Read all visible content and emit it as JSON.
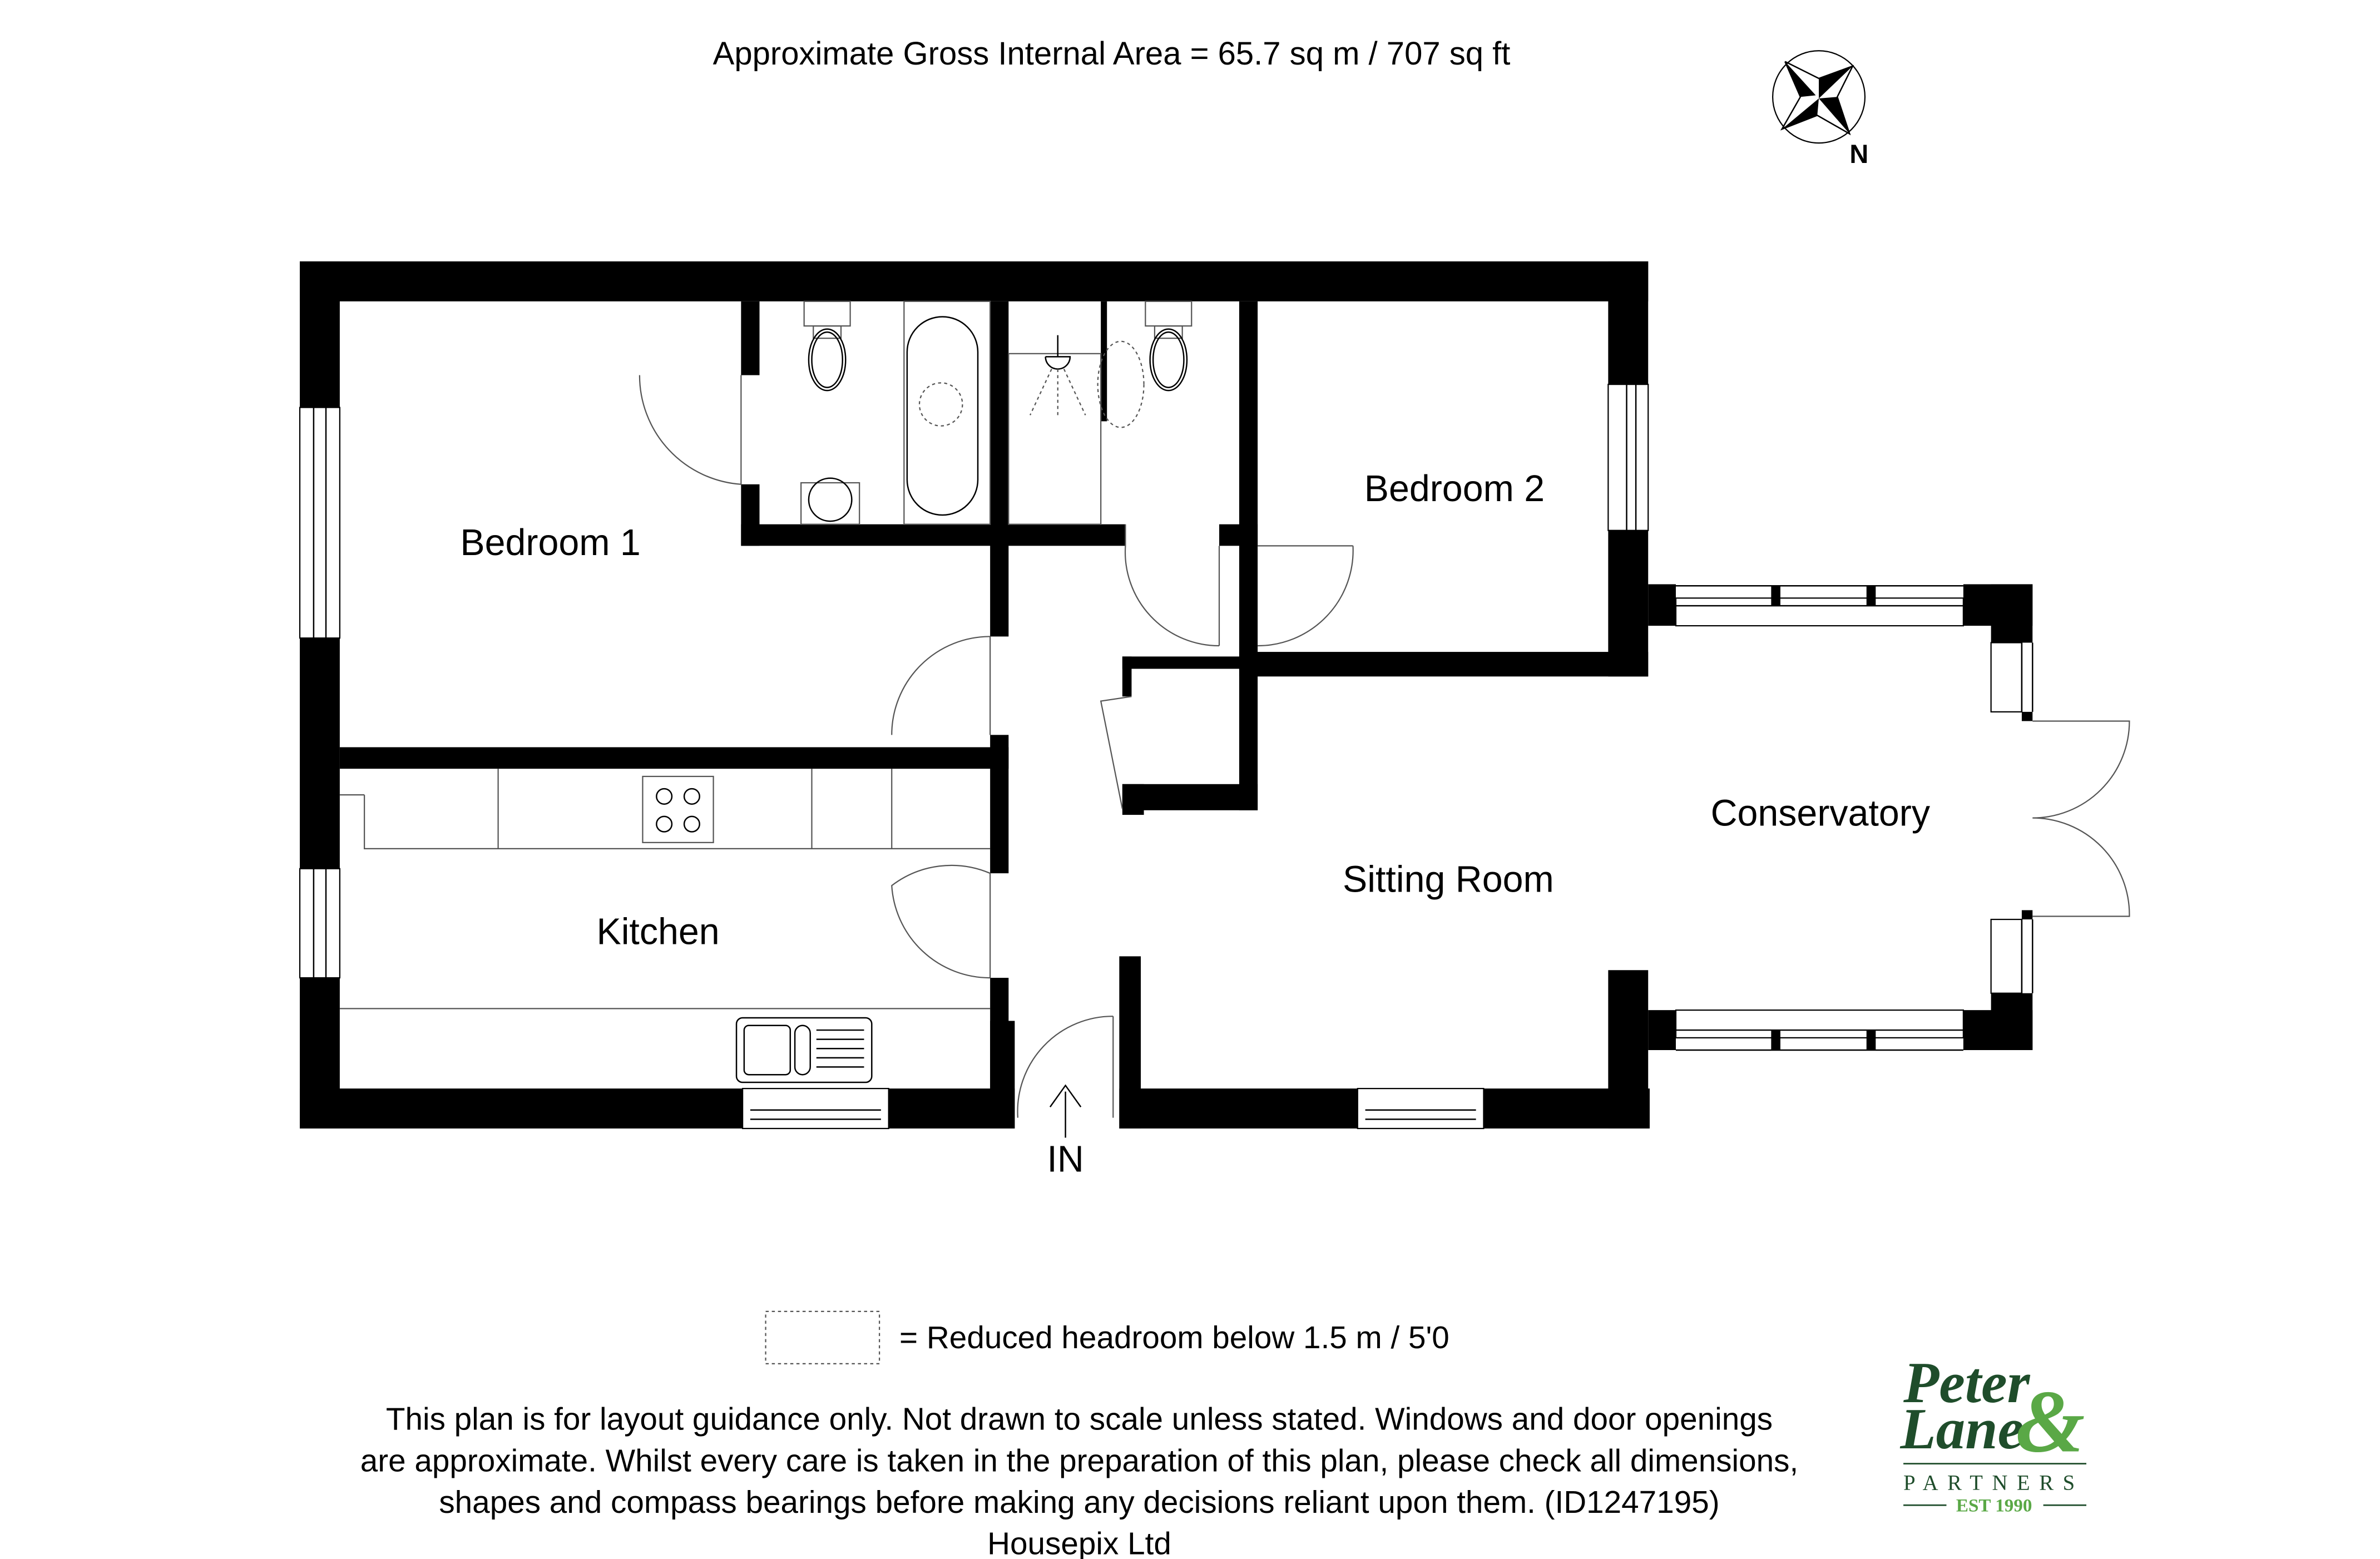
{
  "header": {
    "area_title": "Approximate Gross Internal Area = 65.7 sq m / 707 sq ft"
  },
  "compass": {
    "icon": "compass-rose-icon",
    "label": "N"
  },
  "rooms": {
    "bedroom1": "Bedroom 1",
    "bedroom2": "Bedroom 2",
    "kitchen": "Kitchen",
    "sitting_room": "Sitting Room",
    "conservatory": "Conservatory"
  },
  "entrance": {
    "label": "IN",
    "icon": "arrow-up-icon"
  },
  "legend": {
    "symbol": "dotted-rectangle",
    "text": "=  Reduced headroom below 1.5 m / 5'0"
  },
  "disclaimer": {
    "lines": [
      "This plan is for layout guidance only. Not drawn to scale unless stated. Windows and door openings",
      "are approximate. Whilst every care is taken in the preparation of this plan, please check all dimensions,",
      "shapes and compass bearings before making any decisions reliant upon them. (ID1247195)",
      "Housepix Ltd"
    ]
  },
  "logo": {
    "line1": "Peter",
    "line2": "Lane",
    "ampersand": "&",
    "partners": "PARTNERS",
    "est": "EST 1990",
    "colors": {
      "dark_green": "#1f4d2b",
      "light_green": "#5aa846"
    }
  }
}
